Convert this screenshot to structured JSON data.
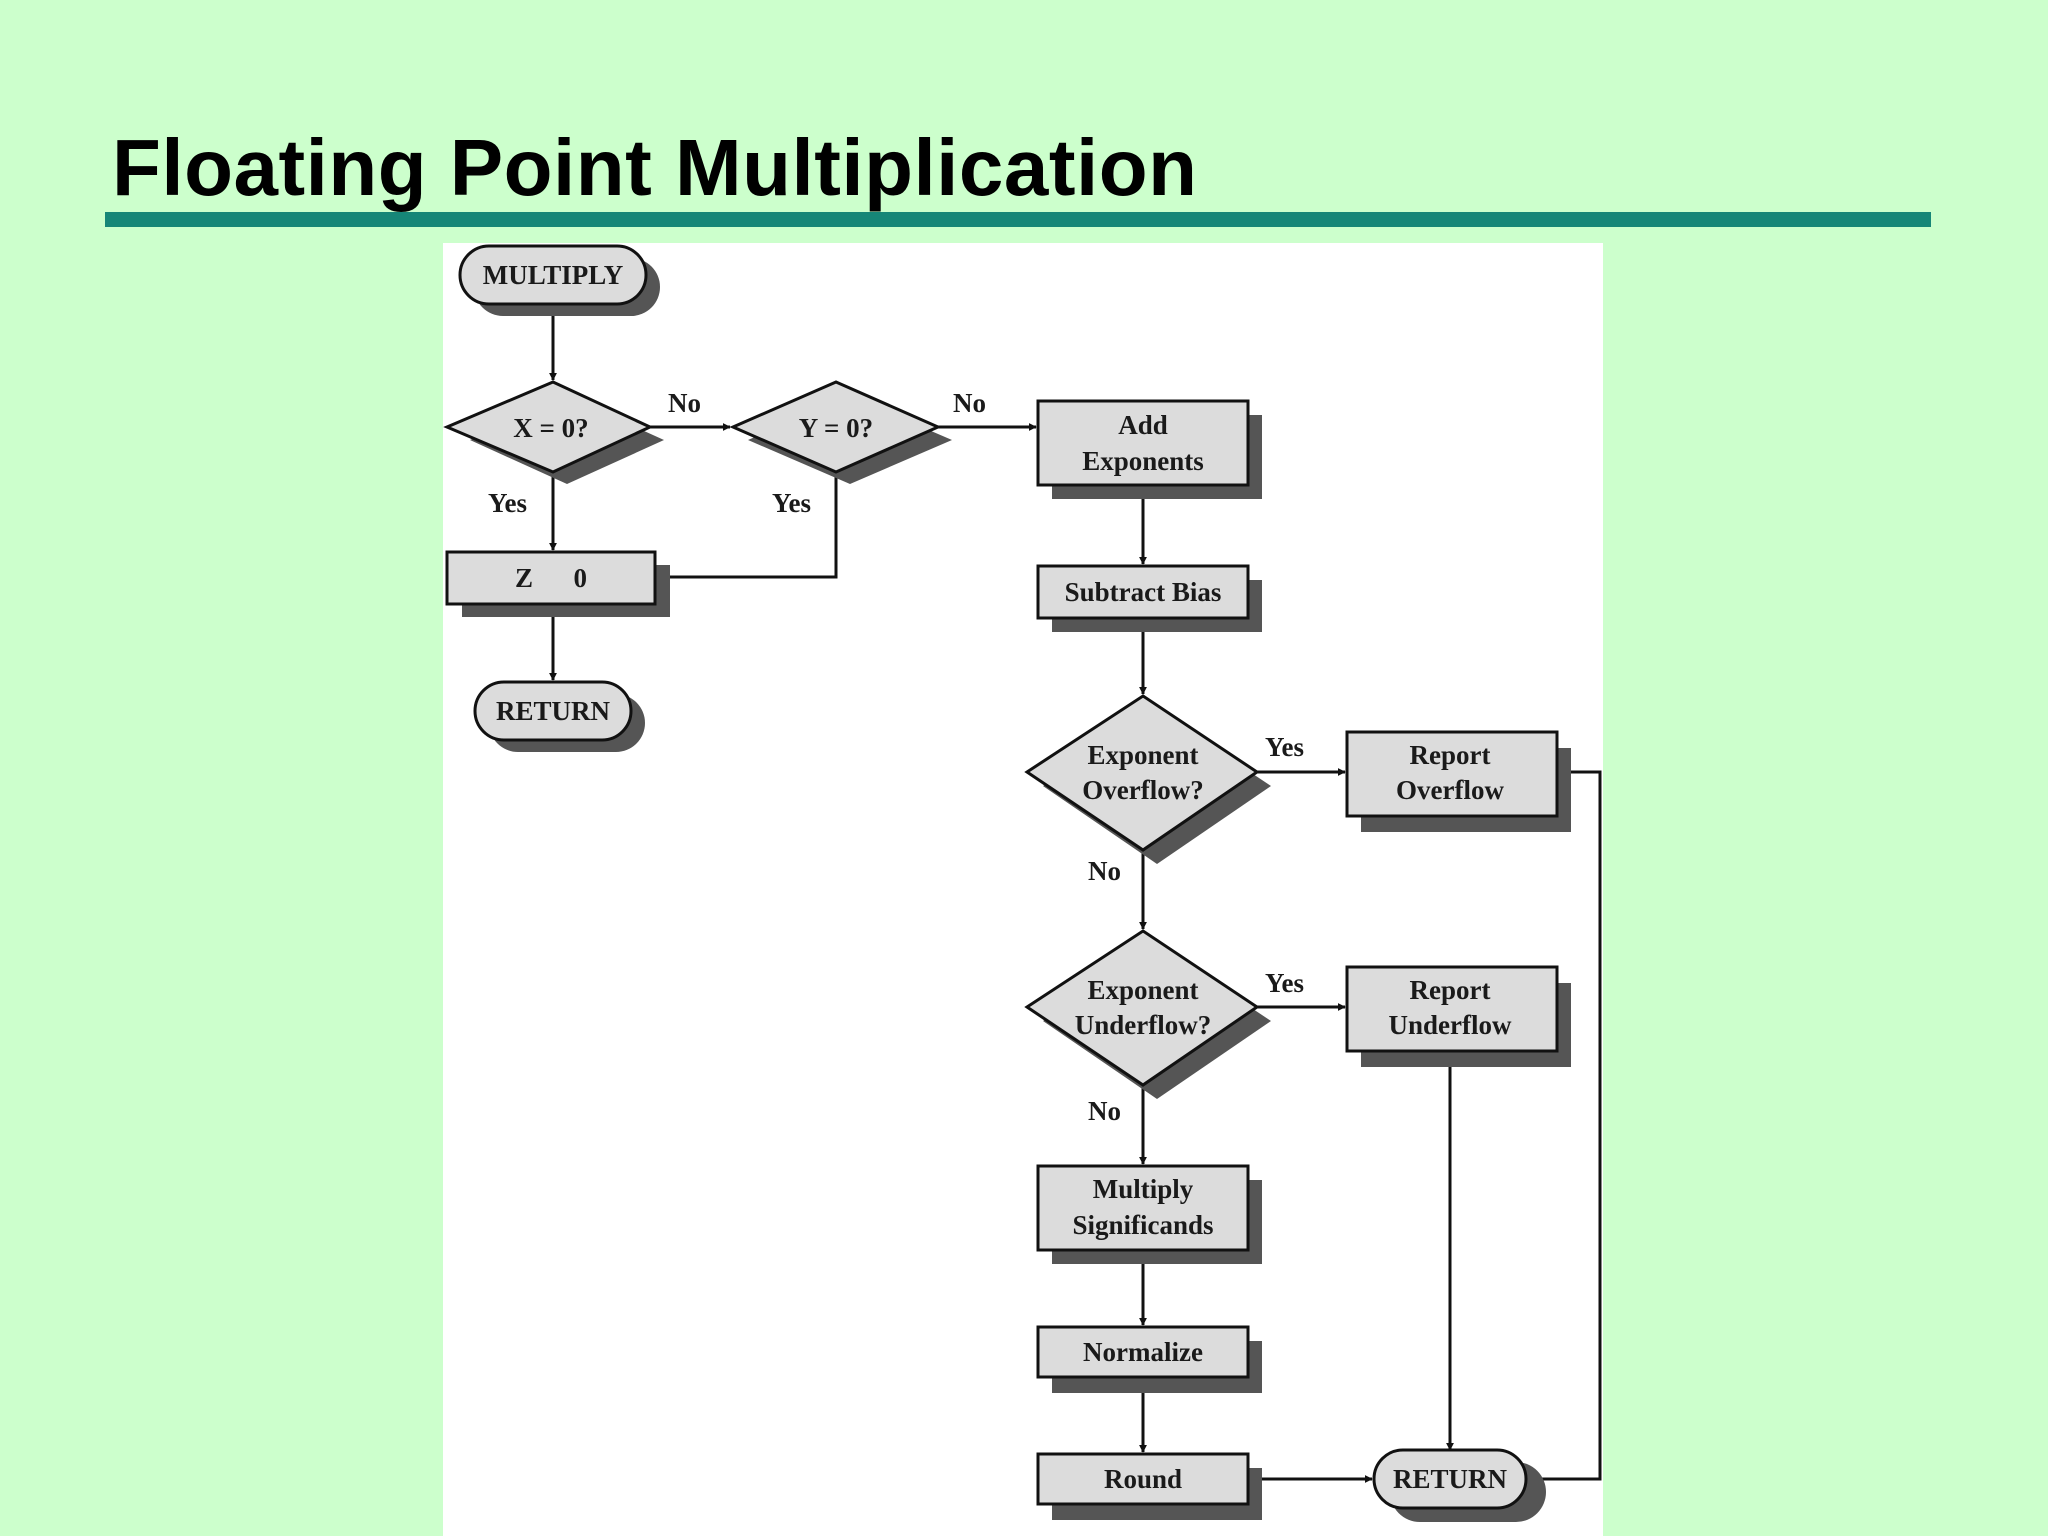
{
  "slide": {
    "title": "Floating Point Multiplication"
  },
  "flowchart": {
    "start": "MULTIPLY",
    "x_zero_decision": "X = 0?",
    "y_zero_decision": "Y = 0?",
    "assign_zero": "Z      0",
    "return_left": "RETURN",
    "add_exponents": [
      "Add",
      "Exponents"
    ],
    "subtract_bias": "Subtract Bias",
    "overflow_decision": [
      "Exponent",
      "Overflow?"
    ],
    "report_overflow": [
      "Report",
      "Overflow"
    ],
    "underflow_decision": [
      "Exponent",
      "Underflow?"
    ],
    "report_underflow": [
      "Report",
      "Underflow"
    ],
    "multiply_significands": [
      "Multiply",
      "Significands"
    ],
    "normalize": "Normalize",
    "round": "Round",
    "return_right": "RETURN",
    "labels": {
      "x_no": "No",
      "x_yes": "Yes",
      "y_no": "No",
      "y_yes": "Yes",
      "overflow_yes": "Yes",
      "overflow_no": "No",
      "underflow_yes": "Yes",
      "underflow_no": "No"
    }
  }
}
